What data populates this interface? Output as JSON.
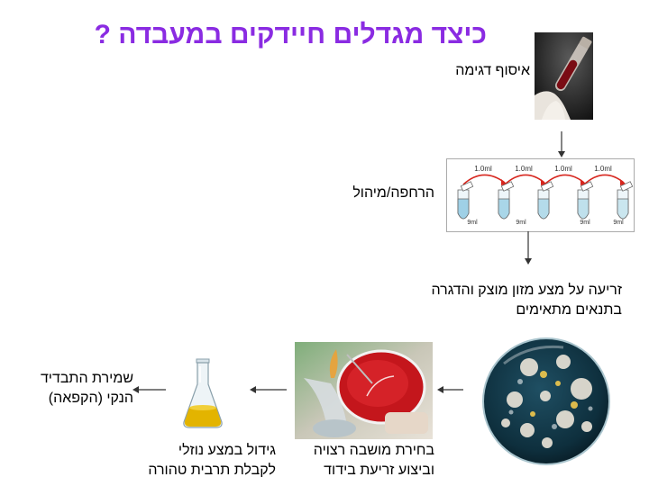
{
  "title": "כיצד מגדלים חיידקים במעבדה ?",
  "steps": {
    "sampling": "איסוף דגימה",
    "dilution": "הרחפה/מיהול",
    "plating_line1": "זריעה על מצע מזון מוצק והדגרה",
    "plating_line2": "בתנאים מתאימים",
    "selection_line1": "בחירת מושבה רצויה",
    "selection_line2": "וביצוע זריעת בידוד",
    "liquid_line1": "גידול במצע נוזלי",
    "liquid_line2": "לקבלת תרבית טהורה",
    "storage_line1": "שמירת התבדיד",
    "storage_line2": "הנקי (הקפאה)"
  },
  "dilution_figure": {
    "transfer_labels": [
      "1.0ml",
      "1.0ml",
      "1.0ml",
      "1.0ml"
    ],
    "tube_labels": [
      "9ml",
      "9ml",
      "9ml",
      "9ml"
    ]
  },
  "colors": {
    "title": "#8a2be2",
    "arrow": "#333333",
    "dilution_arrow": "#d7261e",
    "liquid_medium": "#e3b400"
  },
  "icons": {
    "sampling": "blood-tube-image",
    "dilution": "serial-dilution-tubes",
    "plating": "petri-dish-colonies-image",
    "selection": "streaking-with-burner-image",
    "liquid": "erlenmeyer-flask-icon"
  }
}
